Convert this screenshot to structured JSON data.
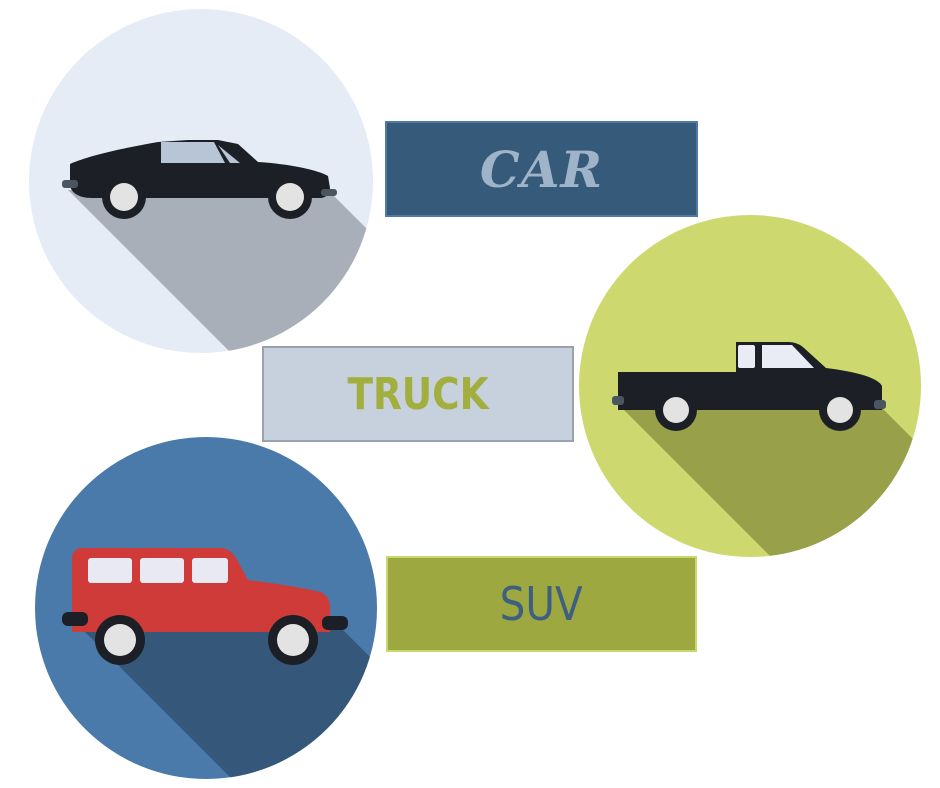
{
  "labels": {
    "car": "CAR",
    "truck": "TRUCK",
    "suv": "SUV"
  },
  "icons": {
    "car": "car-icon",
    "truck": "pickup-truck-icon",
    "suv": "suv-icon"
  },
  "colors": {
    "car_circle": "#e5ecf6",
    "car_label_bg": "#365a7a",
    "car_label_text": "#9fb4c8",
    "truck_circle": "#cdd96f",
    "truck_label_bg": "#c6d1dd",
    "truck_label_text": "#a2ae3e",
    "suv_circle": "#4a7aa9",
    "suv_body": "#cf3b38",
    "suv_label_bg": "#9ea840",
    "suv_label_text": "#3f5f80",
    "vehicle_dark": "#1c1f26"
  }
}
